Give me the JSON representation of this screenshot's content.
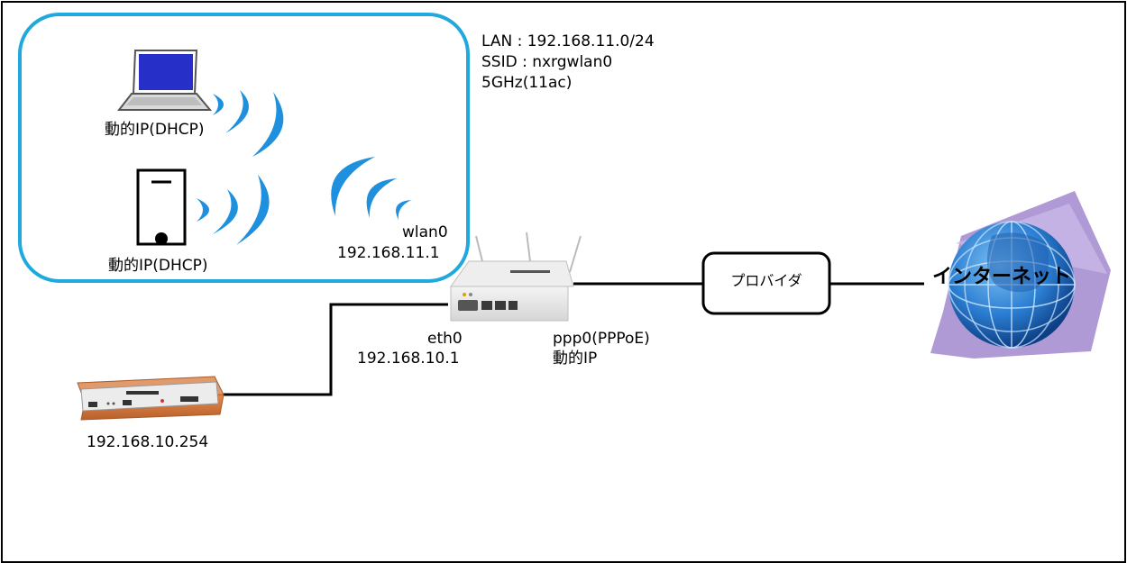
{
  "wlan_group": {
    "info_lines": [
      "LAN : 192.168.11.0/24",
      "SSID : nxrgwlan0",
      "5GHz(11ac)"
    ],
    "laptop": {
      "label": "動的IP(DHCP)"
    },
    "phone": {
      "label": "動的IP(DHCP)"
    },
    "wlan": {
      "name": "wlan0",
      "ip": "192.168.11.1"
    }
  },
  "router": {
    "eth0": {
      "name": "eth0",
      "ip": "192.168.10.1"
    },
    "ppp0": {
      "name": "ppp0(PPPoE)",
      "ip": "動的IP"
    }
  },
  "console_server": {
    "ip": "192.168.10.254"
  },
  "provider": {
    "label": "プロバイダ"
  },
  "internet": {
    "label": "インターネット"
  },
  "colors": {
    "group_border": "#1fa9dd",
    "wave": "#1e90dd",
    "globe": "#1f6fc4",
    "globe_backdrop": "#b09ad6",
    "device_orange": "#d2793f"
  }
}
